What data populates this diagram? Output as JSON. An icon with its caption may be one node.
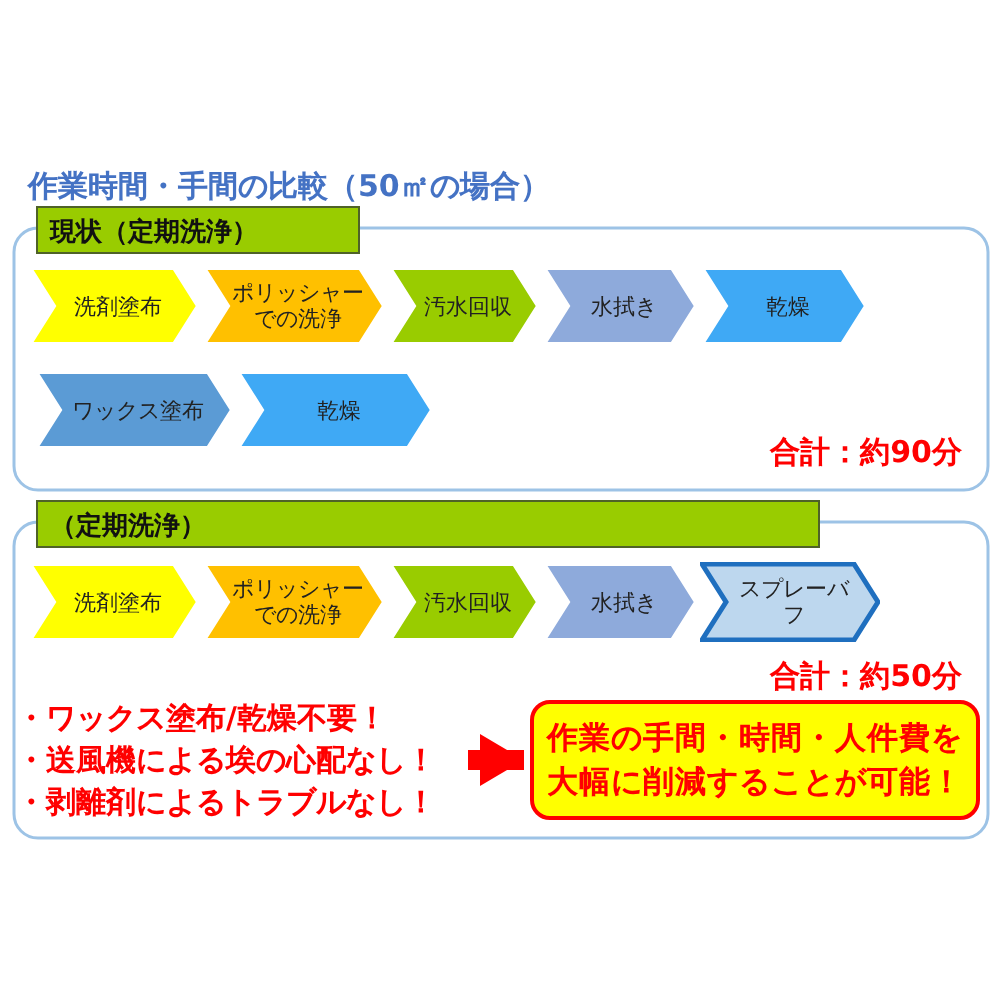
{
  "diagram": {
    "title": "作業時間・手間の比較（50㎡の場合）",
    "nodes": [
      {
        "text": [
          "現状（定期洗浄）",
          "合計：約90分"
        ]
      },
      {
        "text": [
          "洗剤塗布"
        ],
        "in": 0
      },
      {
        "text": [
          "ポリッシャーでの洗浄"
        ],
        "in": 0
      },
      {
        "text": [
          "汚水回収"
        ],
        "in": 0
      },
      {
        "text": [
          "水拭き"
        ],
        "in": 0
      },
      {
        "text": [
          "乾燥"
        ],
        "in": 0
      },
      {
        "text": [
          "ワックス塗布"
        ],
        "in": 0
      },
      {
        "text": [
          "乾燥"
        ],
        "in": 0
      },
      {
        "text": [
          "（定期洗浄）",
          "合計：約50分"
        ]
      },
      {
        "text": [
          "洗剤塗布"
        ],
        "in": 8
      },
      {
        "text": [
          "ポリッシャーでの洗浄"
        ],
        "in": 8
      },
      {
        "text": [
          "汚水回収"
        ],
        "in": 8
      },
      {
        "text": [
          "水拭き"
        ],
        "in": 8
      },
      {
        "text": [
          "スプレーバフ"
        ],
        "in": 8
      },
      {
        "text": [
          "・ワックス塗布/乾燥不要！",
          "・送風機による埃の心配なし！",
          "・剥離剤によるトラブルなし！"
        ],
        "in": 8
      },
      {
        "text": [
          "作業の手間・時間・人件費を大幅に削減することが可能！"
        ],
        "in": 8
      }
    ],
    "edges": [
      {
        "from": 14,
        "to": 15,
        "arrow": "to"
      }
    ]
  }
}
